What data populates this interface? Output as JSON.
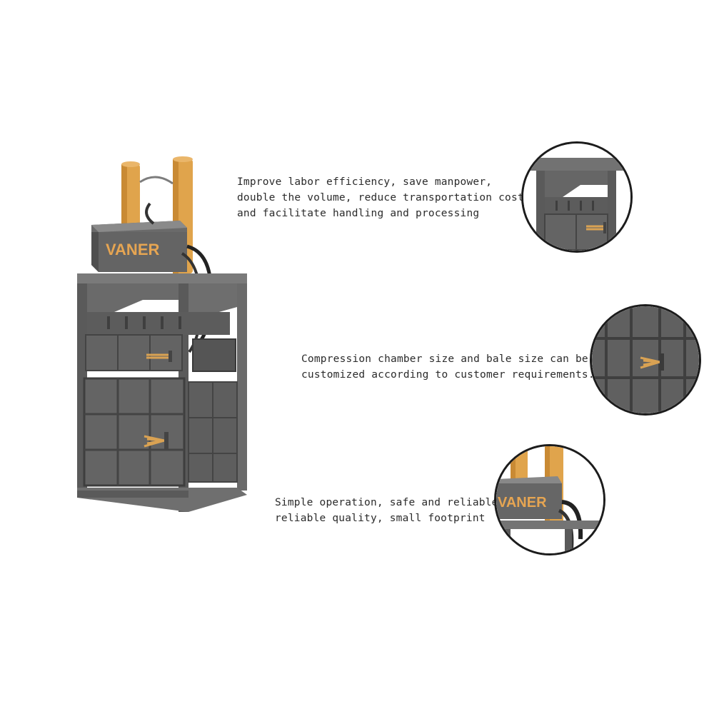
{
  "product": {
    "brand": "VANER",
    "colors": {
      "frame": "#5e5e5e",
      "frame_dark": "#3f3f3f",
      "frame_light": "#7a7a7a",
      "cylinder": "#e0a44c",
      "brand_text": "#e6a552",
      "handle": "#d9a253",
      "hose": "#222222"
    }
  },
  "features": [
    {
      "lines": [
        "Improve labor efficiency, save manpower,",
        "double the volume, reduce transportation costs,",
        "and facilitate handling and processing"
      ],
      "detail_icon": "top-frame-detail"
    },
    {
      "lines": [
        "Compression chamber size and bale size can be",
        "customized according to customer requirements."
      ],
      "detail_icon": "door-latch-detail"
    },
    {
      "lines": [
        "Simple operation, safe and reliable,",
        "reliable quality, small footprint"
      ],
      "detail_icon": "control-box-detail"
    }
  ]
}
